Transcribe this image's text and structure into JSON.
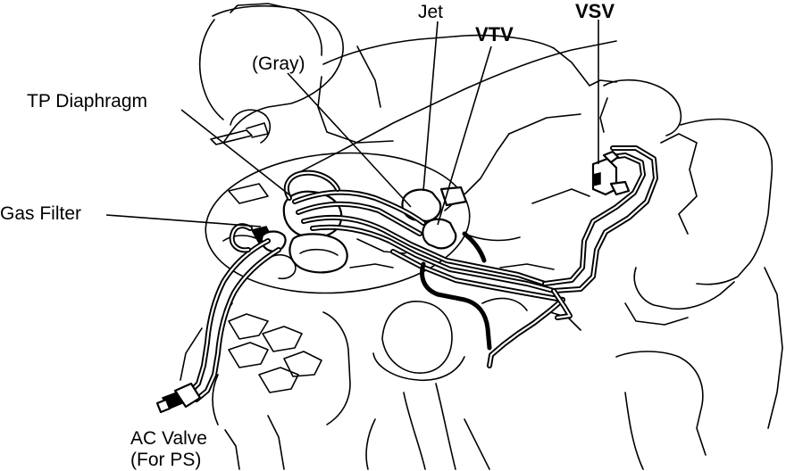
{
  "labels": {
    "jet": "Jet",
    "vsv": "VSV",
    "vtv": "VTV",
    "gray": "(Gray)",
    "tp_diaphragm": "TP Diaphragm",
    "gas_filter": "Gas Filter",
    "ac_valve_line1": "AC Valve",
    "ac_valve_line2": "(For PS)"
  },
  "colors": {
    "ink": "#000000",
    "paper": "#ffffff"
  }
}
